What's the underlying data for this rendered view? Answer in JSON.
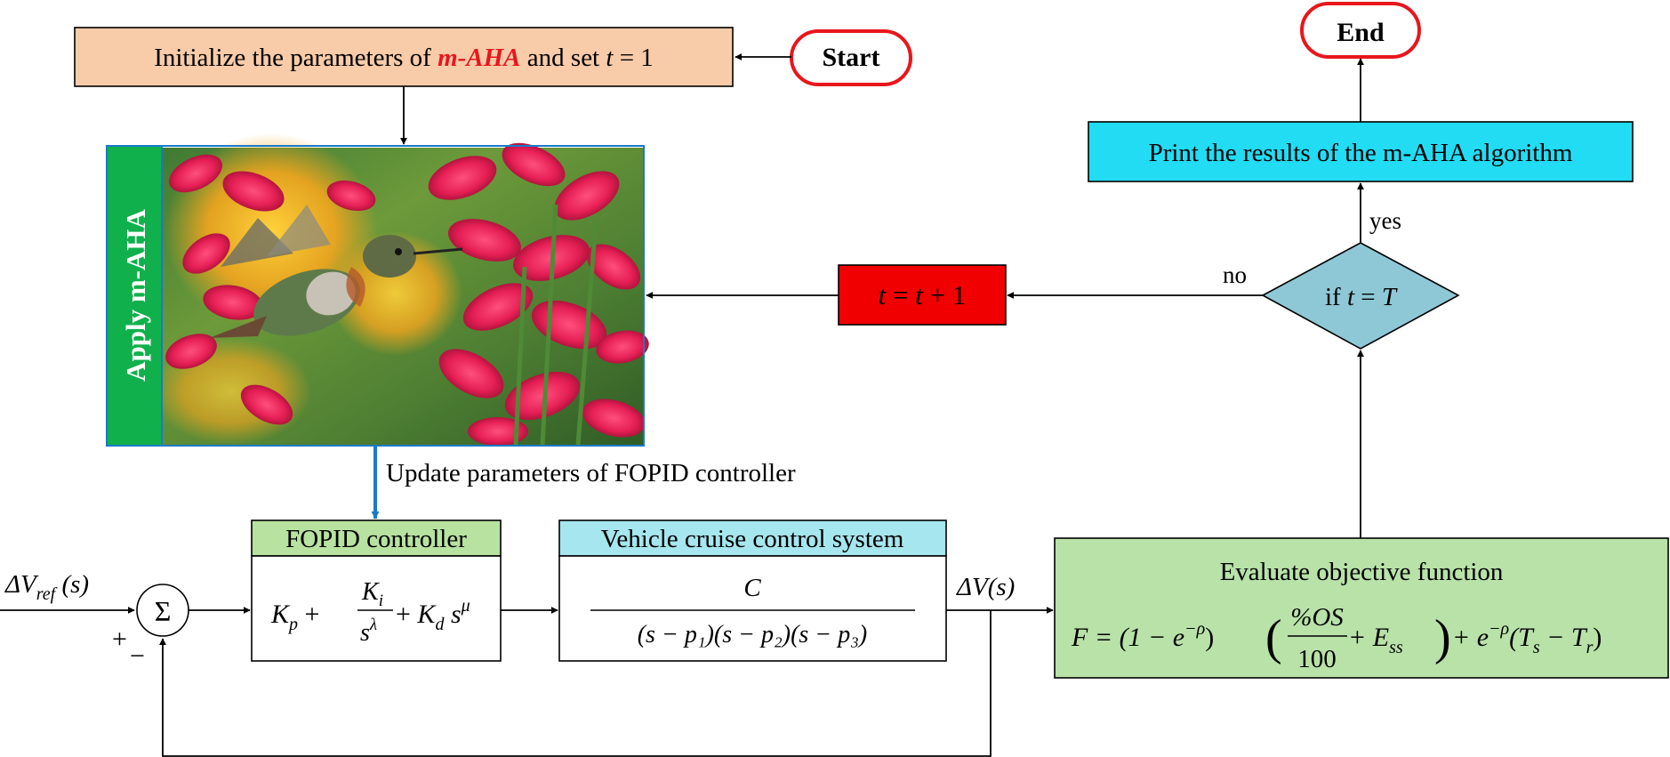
{
  "colors": {
    "init_box": "#f8cba9",
    "terminal_border": "#e8161c",
    "print_box": "#22dcf4",
    "step_box": "#f00000",
    "decision": "#8ec8d6",
    "apply_bar": "#10b04c",
    "apply_border": "#1a7ac8",
    "fopid_header": "#b8e2a0",
    "vehicle_header": "#a6e6ee",
    "evaluate_box": "#b8e2a8",
    "update_arrow": "#1a7ac8",
    "highlight_text": "#e8161c"
  },
  "nodes": {
    "start": "Start",
    "end": "End",
    "init": {
      "prefix": "Initialize the parameters of ",
      "highlight": "m-AHA",
      "middle": " and set ",
      "var": "t",
      "suffix": " = 1"
    },
    "apply_label": "Apply m-AHA",
    "apply_image_icon": "hummingbird-flowers-photo",
    "print": "Print the results of the m-AHA algorithm",
    "step": {
      "lhs": "t",
      "eq": " = ",
      "rhs": "t",
      "rest": " + 1"
    },
    "decision": {
      "prefix": "if ",
      "var": "t",
      "eq": " = ",
      "bound": "T"
    },
    "update_label": "Update parameters of FOPID controller",
    "fopid": {
      "header": "FOPID controller",
      "kp_k": "K",
      "kp_sub": "p",
      "plus1": " + ",
      "ki_k": "K",
      "ki_sub": "i",
      "s_den": "s",
      "lambda": "λ",
      "plus2": " + ",
      "kd_k": "K",
      "kd_sub": "d",
      "s_mu": " s",
      "mu": "μ"
    },
    "vehicle": {
      "header": "Vehicle cruise control system",
      "numerator": "C",
      "denominator": "(s − p₁)(s − p₂)(s − p₃)"
    },
    "evaluate": {
      "title": "Evaluate objective function",
      "f_lhs": "F = (1 − e",
      "exp1": "−ρ",
      "close1": ")",
      "frac_num": "%OS",
      "frac_den": "100",
      "plus_e": " + E",
      "ess_sub": "ss",
      "plus_e2": " + e",
      "exp2": "−ρ",
      "ts": "(T",
      "ts_sub": "s",
      "minus_t": " − T",
      "tr_sub": "r",
      "close2": ")"
    },
    "sum_symbol": "Σ",
    "plus_sign": "+",
    "minus_sign": "−"
  },
  "edges": {
    "no": "no",
    "yes": "yes"
  },
  "signals": {
    "ref_delta": "ΔV",
    "ref_sub": "ref",
    "ref_arg": " (s)",
    "out": "ΔV(s)"
  }
}
